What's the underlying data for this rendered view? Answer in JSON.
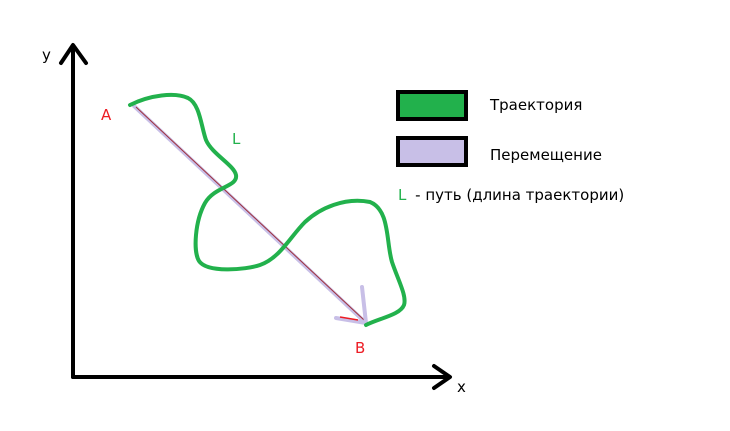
{
  "axes": {
    "x_label": "x",
    "y_label": "y"
  },
  "points": {
    "start": "A",
    "end": "B"
  },
  "path_label": "L",
  "legend": {
    "items": [
      {
        "label": "Траектория",
        "color": "#22b14c"
      },
      {
        "label": "Перемещение",
        "color": "#c8bfe7"
      }
    ],
    "note_symbol": "L",
    "note_text": "- путь (длина траектории)"
  },
  "colors": {
    "trajectory": "#22b14c",
    "displacement": "#c8bfe7",
    "point_labels": "#ed1c24",
    "axes": "#000000"
  }
}
